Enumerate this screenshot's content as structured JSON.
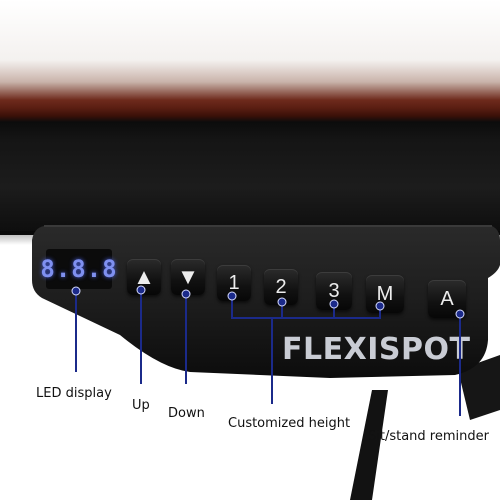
{
  "led": {
    "digits": "8.8.8"
  },
  "buttons": {
    "up": "▲",
    "down": "▼",
    "preset_1": "1",
    "preset_2": "2",
    "preset_3": "3",
    "memory": "M",
    "alarm": "A"
  },
  "brand": "FLEXISPOT",
  "annotations": {
    "led_display": "LED display",
    "up": "Up",
    "down": "Down",
    "customized_height": "Customized height",
    "sit_stand_reminder": "Sit/stand reminder"
  },
  "colors": {
    "led_glow": "#7f90f0",
    "annotation_line": "#1b2a8a",
    "wood": "#5a1e12"
  }
}
